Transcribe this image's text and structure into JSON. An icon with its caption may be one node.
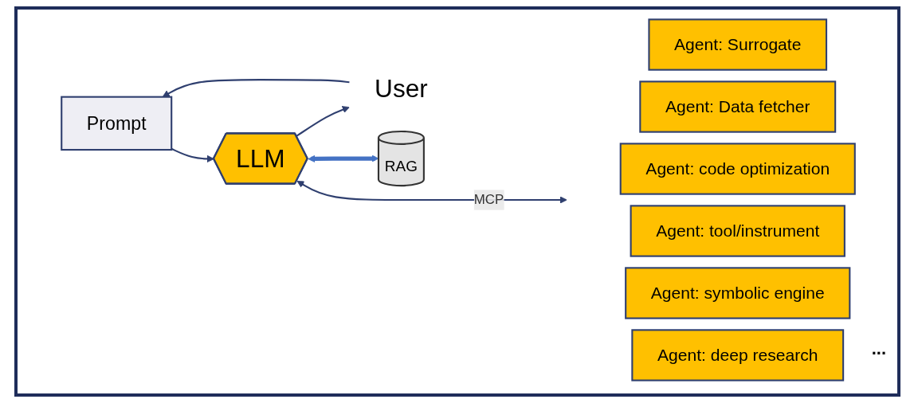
{
  "diagram": {
    "nodes": [
      {
        "text": [
          "Prompt"
        ]
      },
      {
        "text": [
          "User"
        ]
      },
      {
        "text": [
          "LLM"
        ]
      },
      {
        "text": [
          "RAG"
        ]
      },
      {
        "text": [
          "Agent: Surrogate"
        ]
      },
      {
        "text": [
          "Agent: Data fetcher"
        ]
      },
      {
        "text": [
          "Agent: code optimization"
        ]
      },
      {
        "text": [
          "Agent: tool/instrument"
        ]
      },
      {
        "text": [
          "Agent: symbolic engine"
        ]
      },
      {
        "text": [
          "Agent: deep research"
        ]
      }
    ],
    "edges": [
      {
        "from": 1,
        "to": 0,
        "arrow": "to"
      },
      {
        "from": 2,
        "to": 1,
        "arrow": "to"
      },
      {
        "from": 0,
        "to": 2,
        "arrow": "to"
      },
      {
        "from": 2,
        "to": 3,
        "arrow": "both",
        "style": "thick",
        "color": "#4472c4"
      },
      {
        "from": 2,
        "to": null,
        "arrow": "both",
        "label": "MCP"
      }
    ],
    "labels": [
      "..."
    ]
  }
}
